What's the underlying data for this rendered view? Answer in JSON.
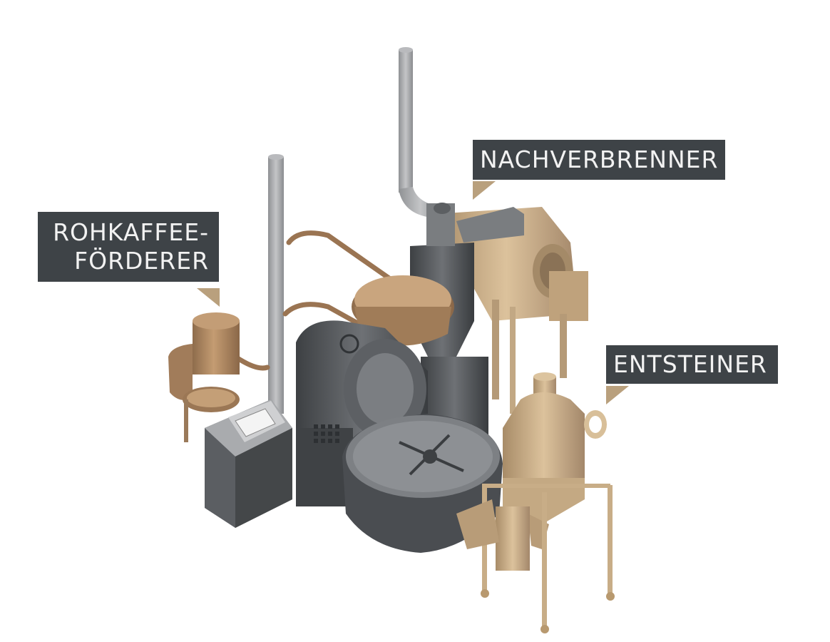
{
  "labels": {
    "rohkaffee_line1": "ROHKAFFEE-",
    "rohkaffee_line2": "FÖRDERER",
    "nachverbrenner": "NACHVERBRENNER",
    "entsteiner": "ENTSTEINER"
  },
  "colors": {
    "label_bg": "#3e4347",
    "label_text": "#f2f2f2",
    "pointer": "#b9a07d",
    "bronze": "#b58c62",
    "beige": "#c8ac86",
    "grey_dark": "#4a4d50",
    "grey_mid": "#6b6e72",
    "steel": "#a6a8ab"
  }
}
